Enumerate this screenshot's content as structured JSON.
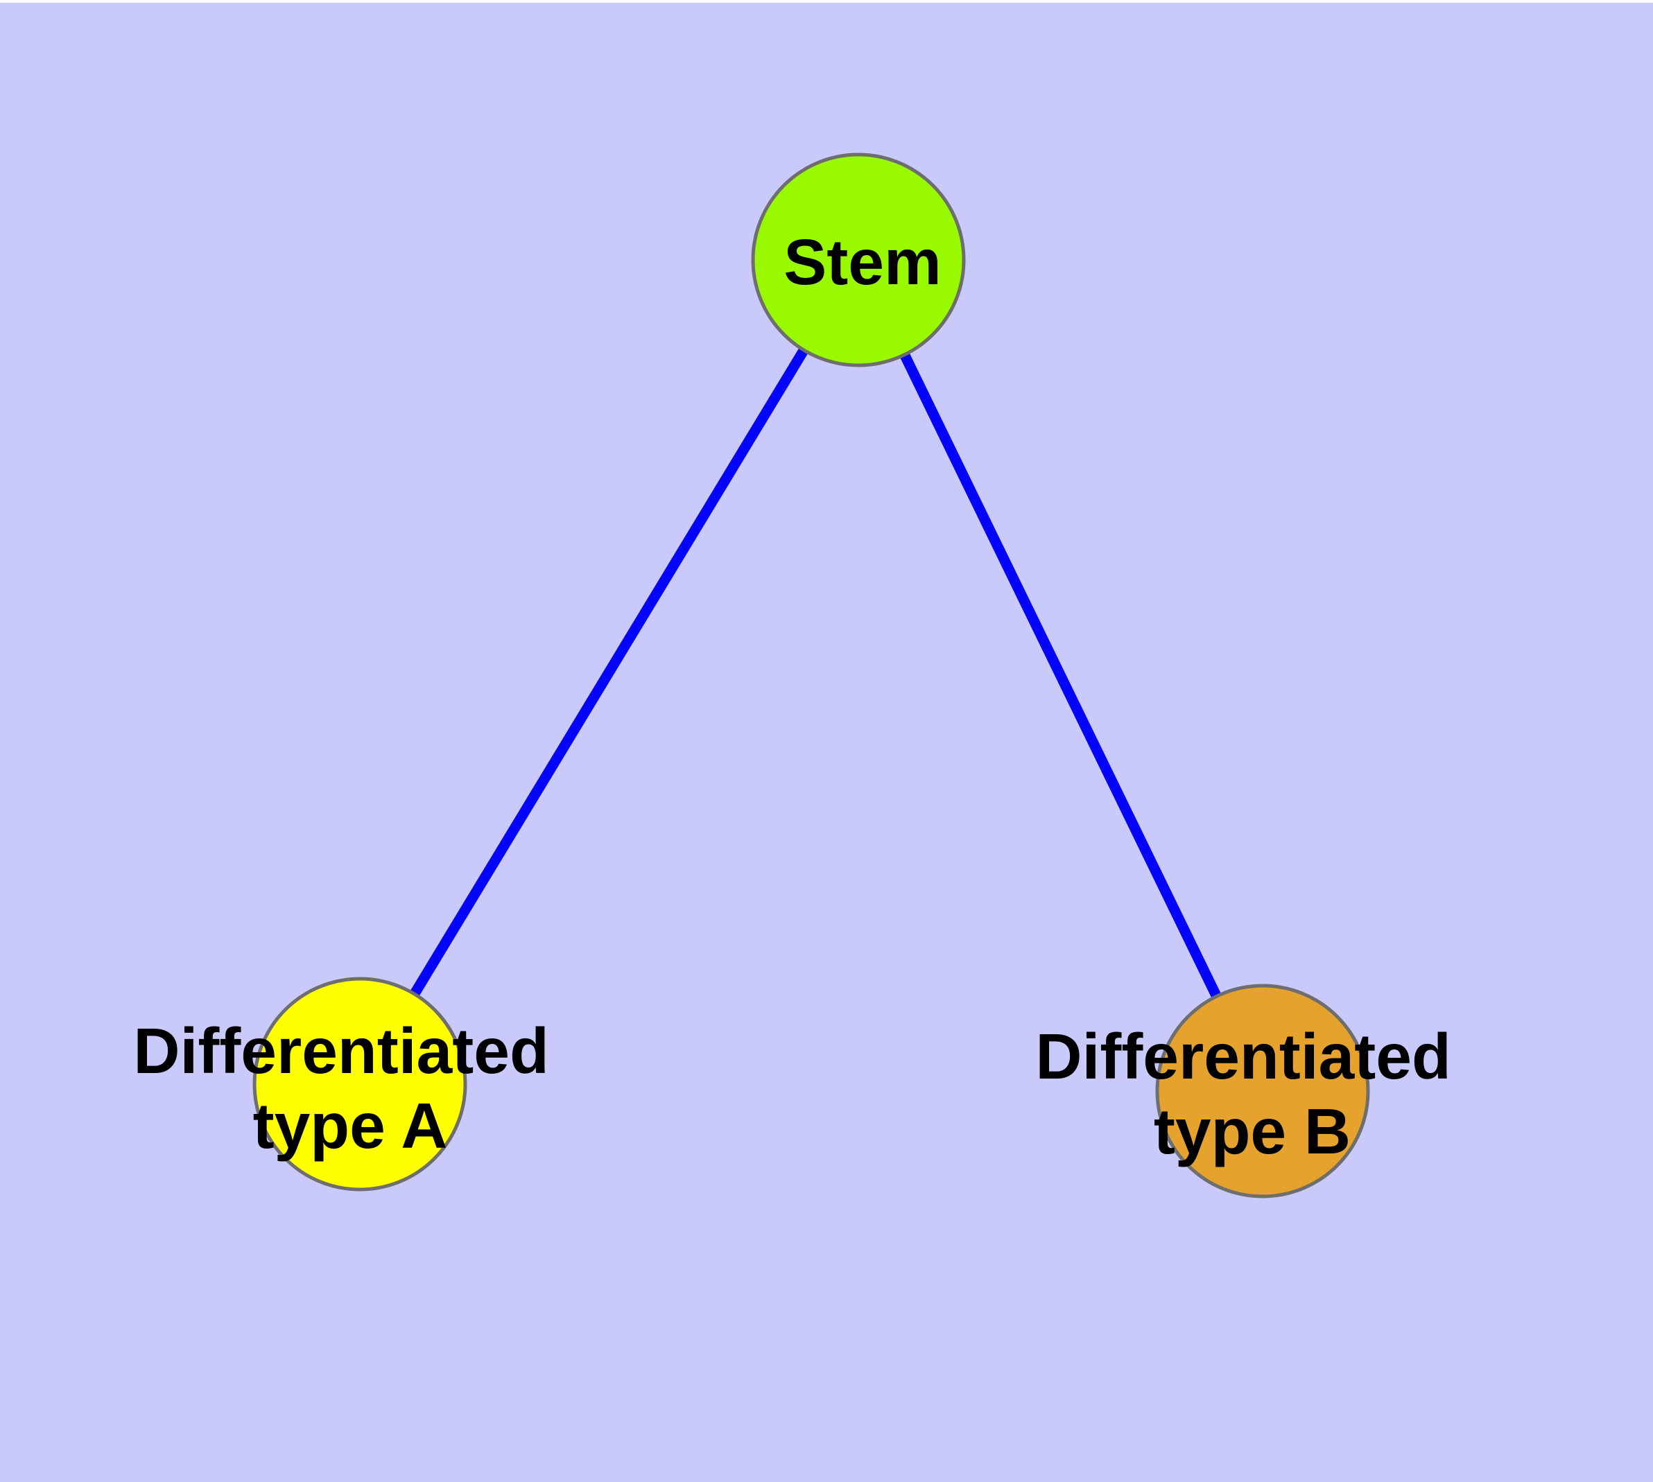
{
  "diagram": {
    "title": "",
    "background_color": "#CACAFA",
    "top_margin_color": "#FEFEFE",
    "edge_color": "#0404F8",
    "node_border_color": "#6E6E6E",
    "label_color": "#000000",
    "nodes": {
      "stem": {
        "label": "Stem",
        "fill": "#99FA00"
      },
      "type_a": {
        "label": "Differentiated type A",
        "label_line1": "Differentiated",
        "label_line2": "type A",
        "fill": "#FFFF00"
      },
      "type_b": {
        "label": "Differentiated type B",
        "label_line1": "Differentiated",
        "label_line2": "type B",
        "fill": "#E5A32E"
      }
    },
    "edges": [
      {
        "from": "Stem",
        "to": "Differentiated type A"
      },
      {
        "from": "Stem",
        "to": "Differentiated type B"
      }
    ]
  }
}
